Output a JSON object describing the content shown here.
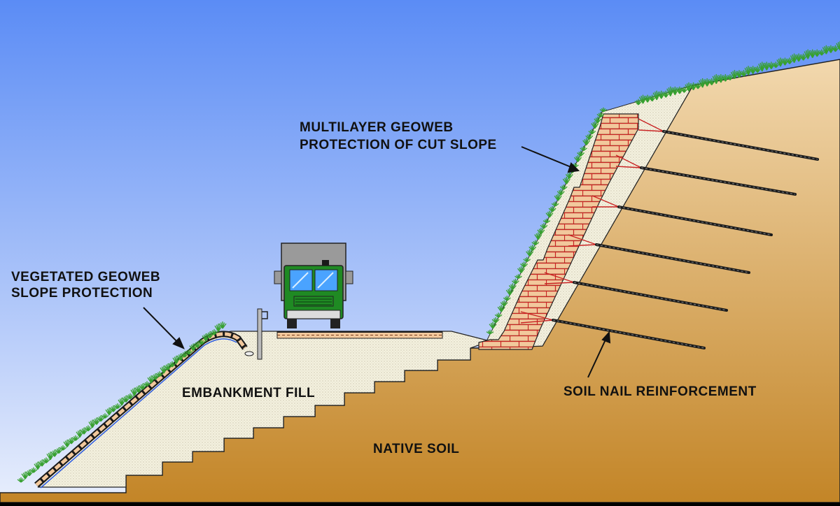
{
  "labels": {
    "vegetated": [
      "VEGETATED GEOWEB",
      "SLOPE PROTECTION"
    ],
    "multilayer": [
      "MULTILAYER GEOWEB",
      "PROTECTION OF CUT SLOPE"
    ],
    "embankment": "EMBANKMENT FILL",
    "native": "NATIVE SOIL",
    "soil_nail": "SOIL NAIL REINFORCEMENT"
  },
  "colors": {
    "sky_top": "#5b8cf5",
    "sky_bottom": "#e8eefc",
    "native_soil_top": "#f2d8ae",
    "native_soil_bottom": "#c38527",
    "fill": "#f4f1df",
    "brick": "#f2c89c",
    "brick_edge": "#c82323",
    "grass": "#37a030",
    "truck_green": "#1f8a23",
    "truck_box": "#9a9a9a",
    "nail": "#1a1a1a"
  },
  "icons": [
    "truck-icon",
    "road-sign-icon",
    "soil-nail-icon",
    "grass-icon"
  ]
}
